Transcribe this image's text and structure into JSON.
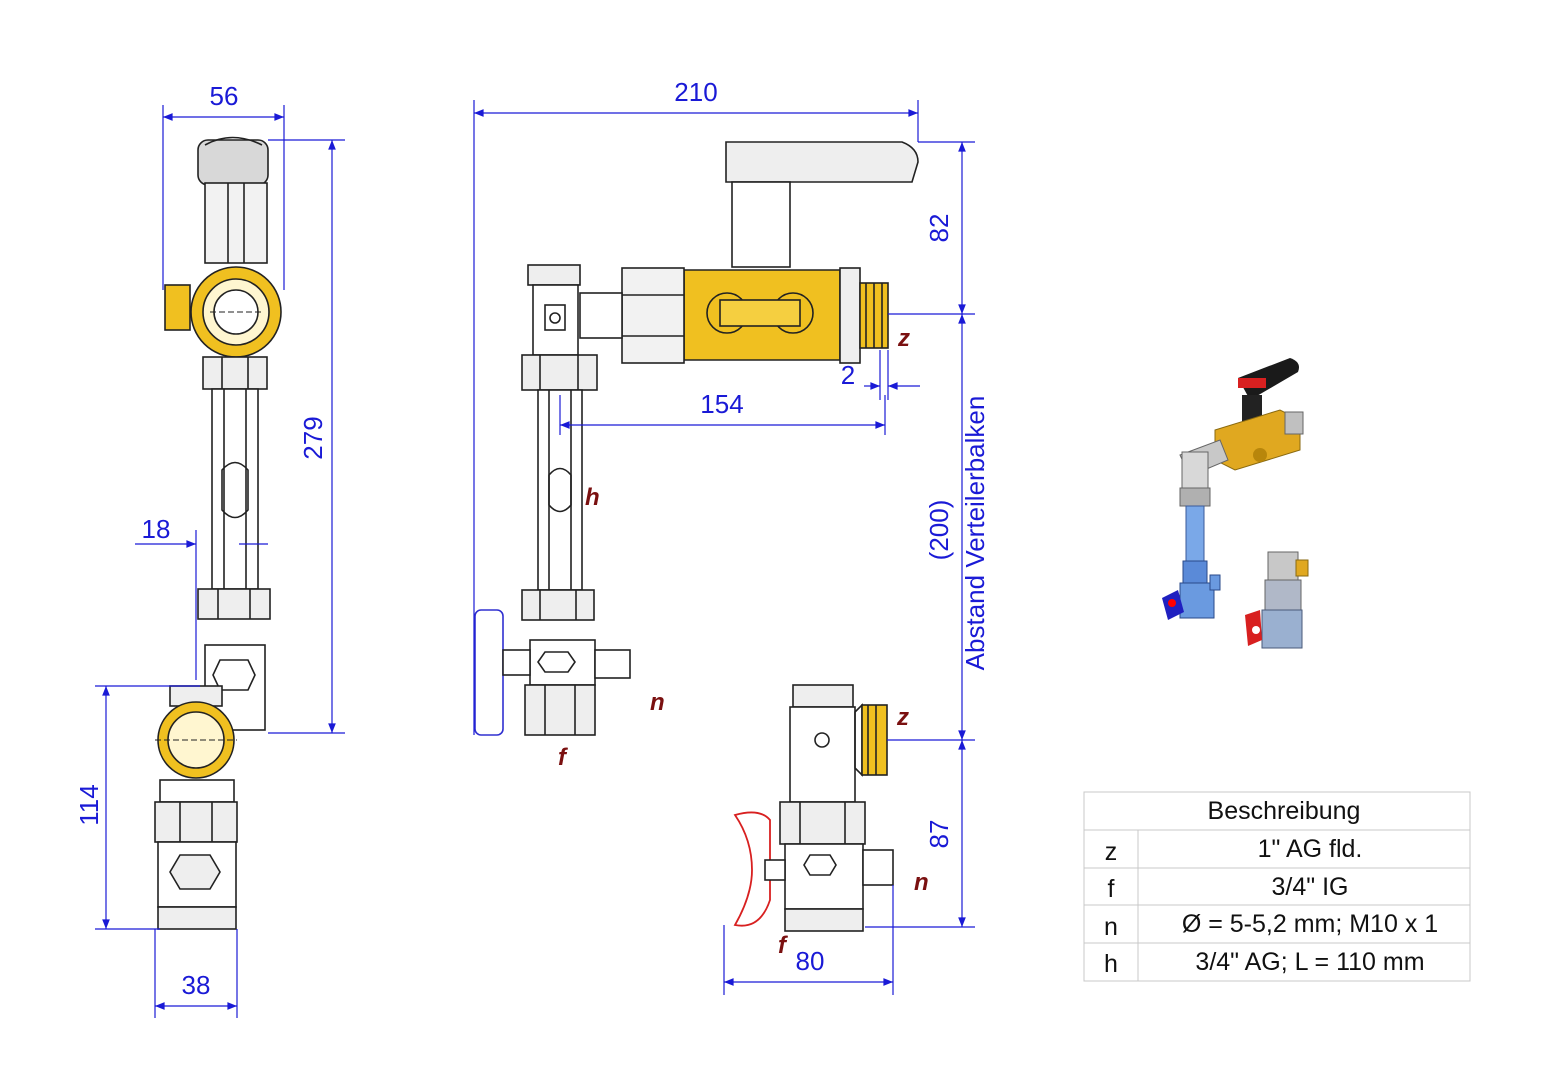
{
  "dimensions": {
    "d56": "56",
    "d279": "279",
    "d18": "18",
    "d114": "114",
    "d38": "38",
    "d210": "210",
    "d82": "82",
    "d2": "2",
    "d154": "154",
    "d200": "(200)",
    "abstand": "Abstand Verteilerbalken",
    "d87": "87",
    "d80": "80"
  },
  "connection_codes": {
    "z": "z",
    "f": "f",
    "n": "n",
    "h": "h"
  },
  "table": {
    "header": "Beschreibung",
    "rows": [
      {
        "code": "z",
        "text": "1\" AG fld."
      },
      {
        "code": "f",
        "text": "3/4\" IG"
      },
      {
        "code": "n",
        "text": "Ø = 5-5,2 mm; M10 x 1"
      },
      {
        "code": "h",
        "text": "3/4\" AG; L = 110 mm"
      }
    ]
  },
  "colors": {
    "dimension": "#1a1ad6",
    "code_label": "#7a1010",
    "brass": "#f0c020",
    "red_handle": "#d82020",
    "blue_handle": "#3030d0"
  }
}
